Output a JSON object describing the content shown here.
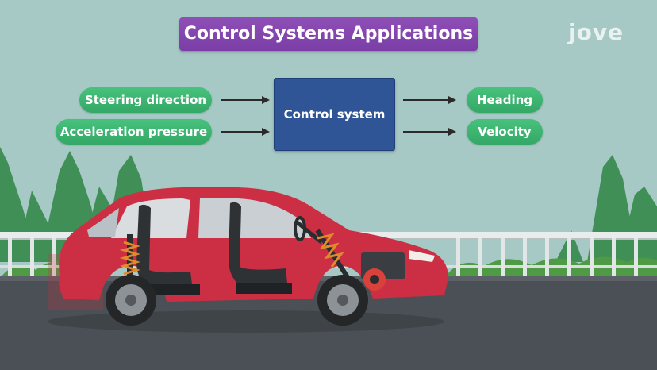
{
  "title": "Control Systems Applications",
  "inputs": [
    "Steering direction",
    "Acceleration pressure"
  ],
  "system": "Control system",
  "outputs": [
    "Heading",
    "Velocity"
  ],
  "logo": "jove",
  "colors": {
    "title_bg": "#7f44ab",
    "pill_bg": "#3db571",
    "system_bg": "#2f5597",
    "sky": "#a7c9c5",
    "trees": "#3f8f57",
    "road": "#4a5055",
    "car_body": "#cc2f44"
  }
}
